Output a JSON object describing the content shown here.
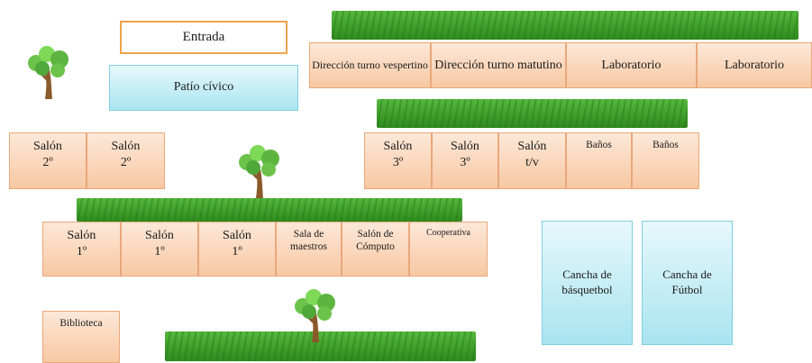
{
  "entrada": "Entrada",
  "patio": "Patío cívico",
  "admin": [
    "Dirección turno vespertino",
    "Dirección turno matutino",
    "Laboratorio",
    "Laboratorio"
  ],
  "third_row": [
    {
      "line1": "Salón",
      "line2": "3º"
    },
    {
      "line1": "Salón",
      "line2": "3º"
    },
    {
      "line1": "Salón",
      "line2": "t/v"
    },
    {
      "line1": "Baños",
      "line2": ""
    },
    {
      "line1": "Baños",
      "line2": ""
    }
  ],
  "second_row": [
    {
      "line1": "Salón",
      "line2": "2º"
    },
    {
      "line1": "Salón",
      "line2": "2º"
    }
  ],
  "first_row": [
    {
      "line1": "Salón",
      "line2": "1º"
    },
    {
      "line1": "Salón",
      "line2": "1º"
    },
    {
      "line1": "Salón",
      "line2": "1º"
    },
    {
      "line1": "Sala de",
      "line2": "maestros"
    },
    {
      "line1": "Salón de",
      "line2": "Cómputo"
    },
    {
      "line1": "Cooperativa",
      "line2": ""
    }
  ],
  "biblioteca": "Biblioteca",
  "courts": [
    {
      "line1": "Cancha de",
      "line2": "básquetbol"
    },
    {
      "line1": "Cancha de",
      "line2": "Fútbol"
    }
  ],
  "colors": {
    "room_fill": "#f7c8a3",
    "room_border": "#e9a77a",
    "court_fill": "#a9e4f0",
    "entrada_border": "#f0a24a",
    "grass": "#3f9e2a"
  },
  "icons": [
    "tree-icon",
    "grass-icon"
  ]
}
